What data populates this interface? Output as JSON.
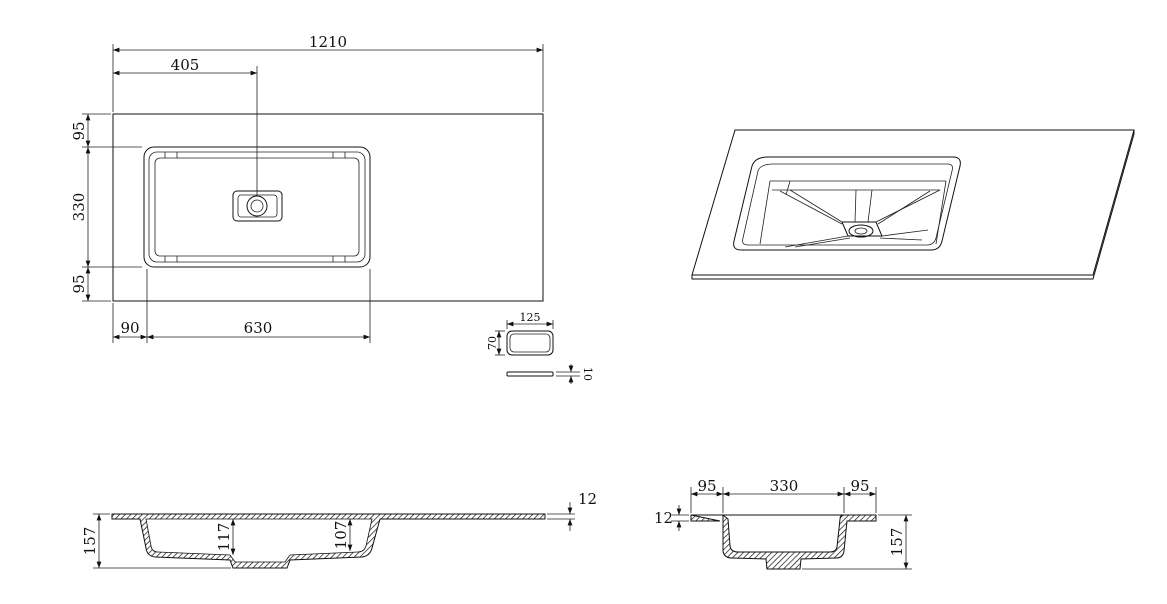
{
  "plan_view": {
    "overall_width": "1210",
    "drain_offset": "405",
    "top_margin": "95",
    "bowl_depth": "330",
    "bottom_margin": "95",
    "left_margin": "90",
    "bowl_length": "630"
  },
  "drain_cover": {
    "width": "125",
    "height": "70",
    "thickness": "10"
  },
  "front_section": {
    "slab_thickness": "12",
    "total_height": "157",
    "depth_center": "117",
    "depth_right": "107"
  },
  "side_section": {
    "left_margin": "95",
    "bowl_width": "330",
    "right_margin": "95",
    "slab_thickness": "12",
    "total_height": "157"
  }
}
